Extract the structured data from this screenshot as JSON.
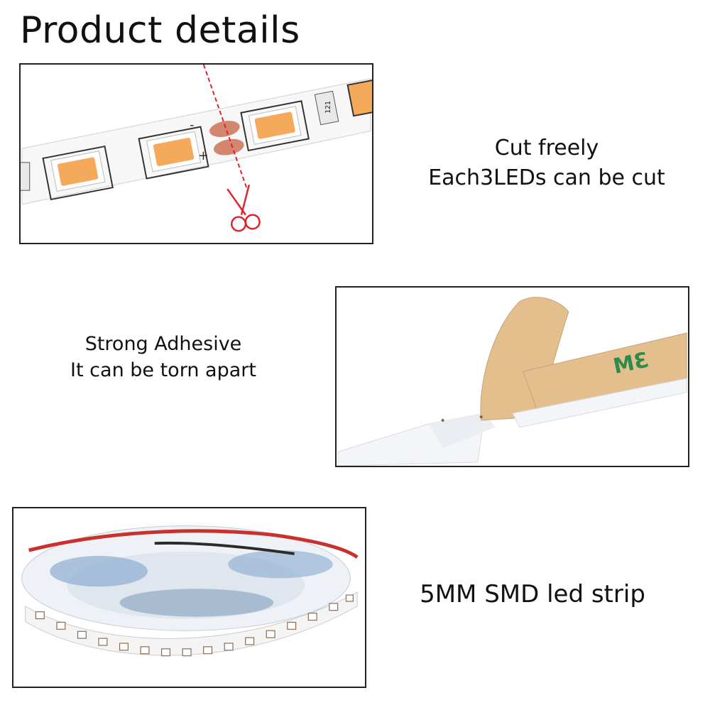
{
  "header": {
    "title": "Product details"
  },
  "sections": [
    {
      "lines": [
        "Cut freely",
        "Each3LEDs can be cut"
      ]
    },
    {
      "lines": [
        "Strong Adhesive",
        "It can be torn apart"
      ]
    },
    {
      "lines": [
        "5MM SMD led strip"
      ]
    }
  ],
  "strip": {
    "polarity_minus": "-",
    "polarity_plus": "+",
    "resistor_marking": "121",
    "tape_marking": "3M"
  },
  "colors": {
    "led_warm": "#f5a95a",
    "cut_line": "#e0212b",
    "tape_backing": "#e3bf8e",
    "copper_pad": "#d4876e",
    "cable_red": "#c8322d",
    "cable_black": "#2b2b2b"
  }
}
